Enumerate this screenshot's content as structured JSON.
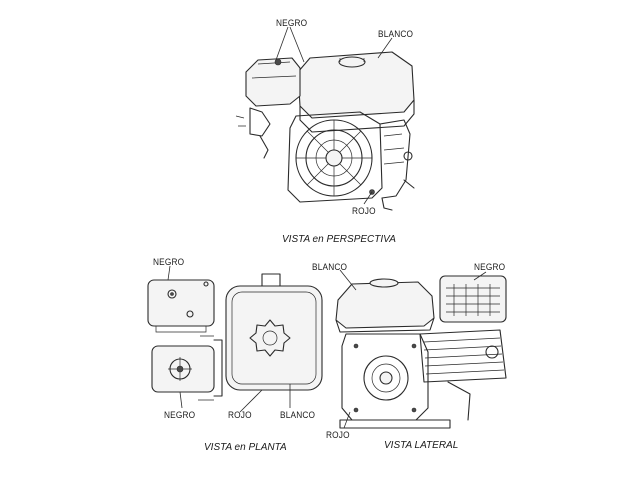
{
  "labels": {
    "persp_negro": "NEGRO",
    "persp_blanco": "BLANCO",
    "persp_rojo": "ROJO",
    "plan_negro_top": "NEGRO",
    "plan_negro_bottom": "NEGRO",
    "plan_rojo": "ROJO",
    "plan_blanco": "BLANCO",
    "side_blanco": "BLANCO",
    "side_negro": "NEGRO",
    "side_rojo": "ROJO"
  },
  "captions": {
    "perspective": "VISTA en PERSPECTIVA",
    "plan": "VISTA en PLANTA",
    "lateral": "VISTA LATERAL"
  }
}
